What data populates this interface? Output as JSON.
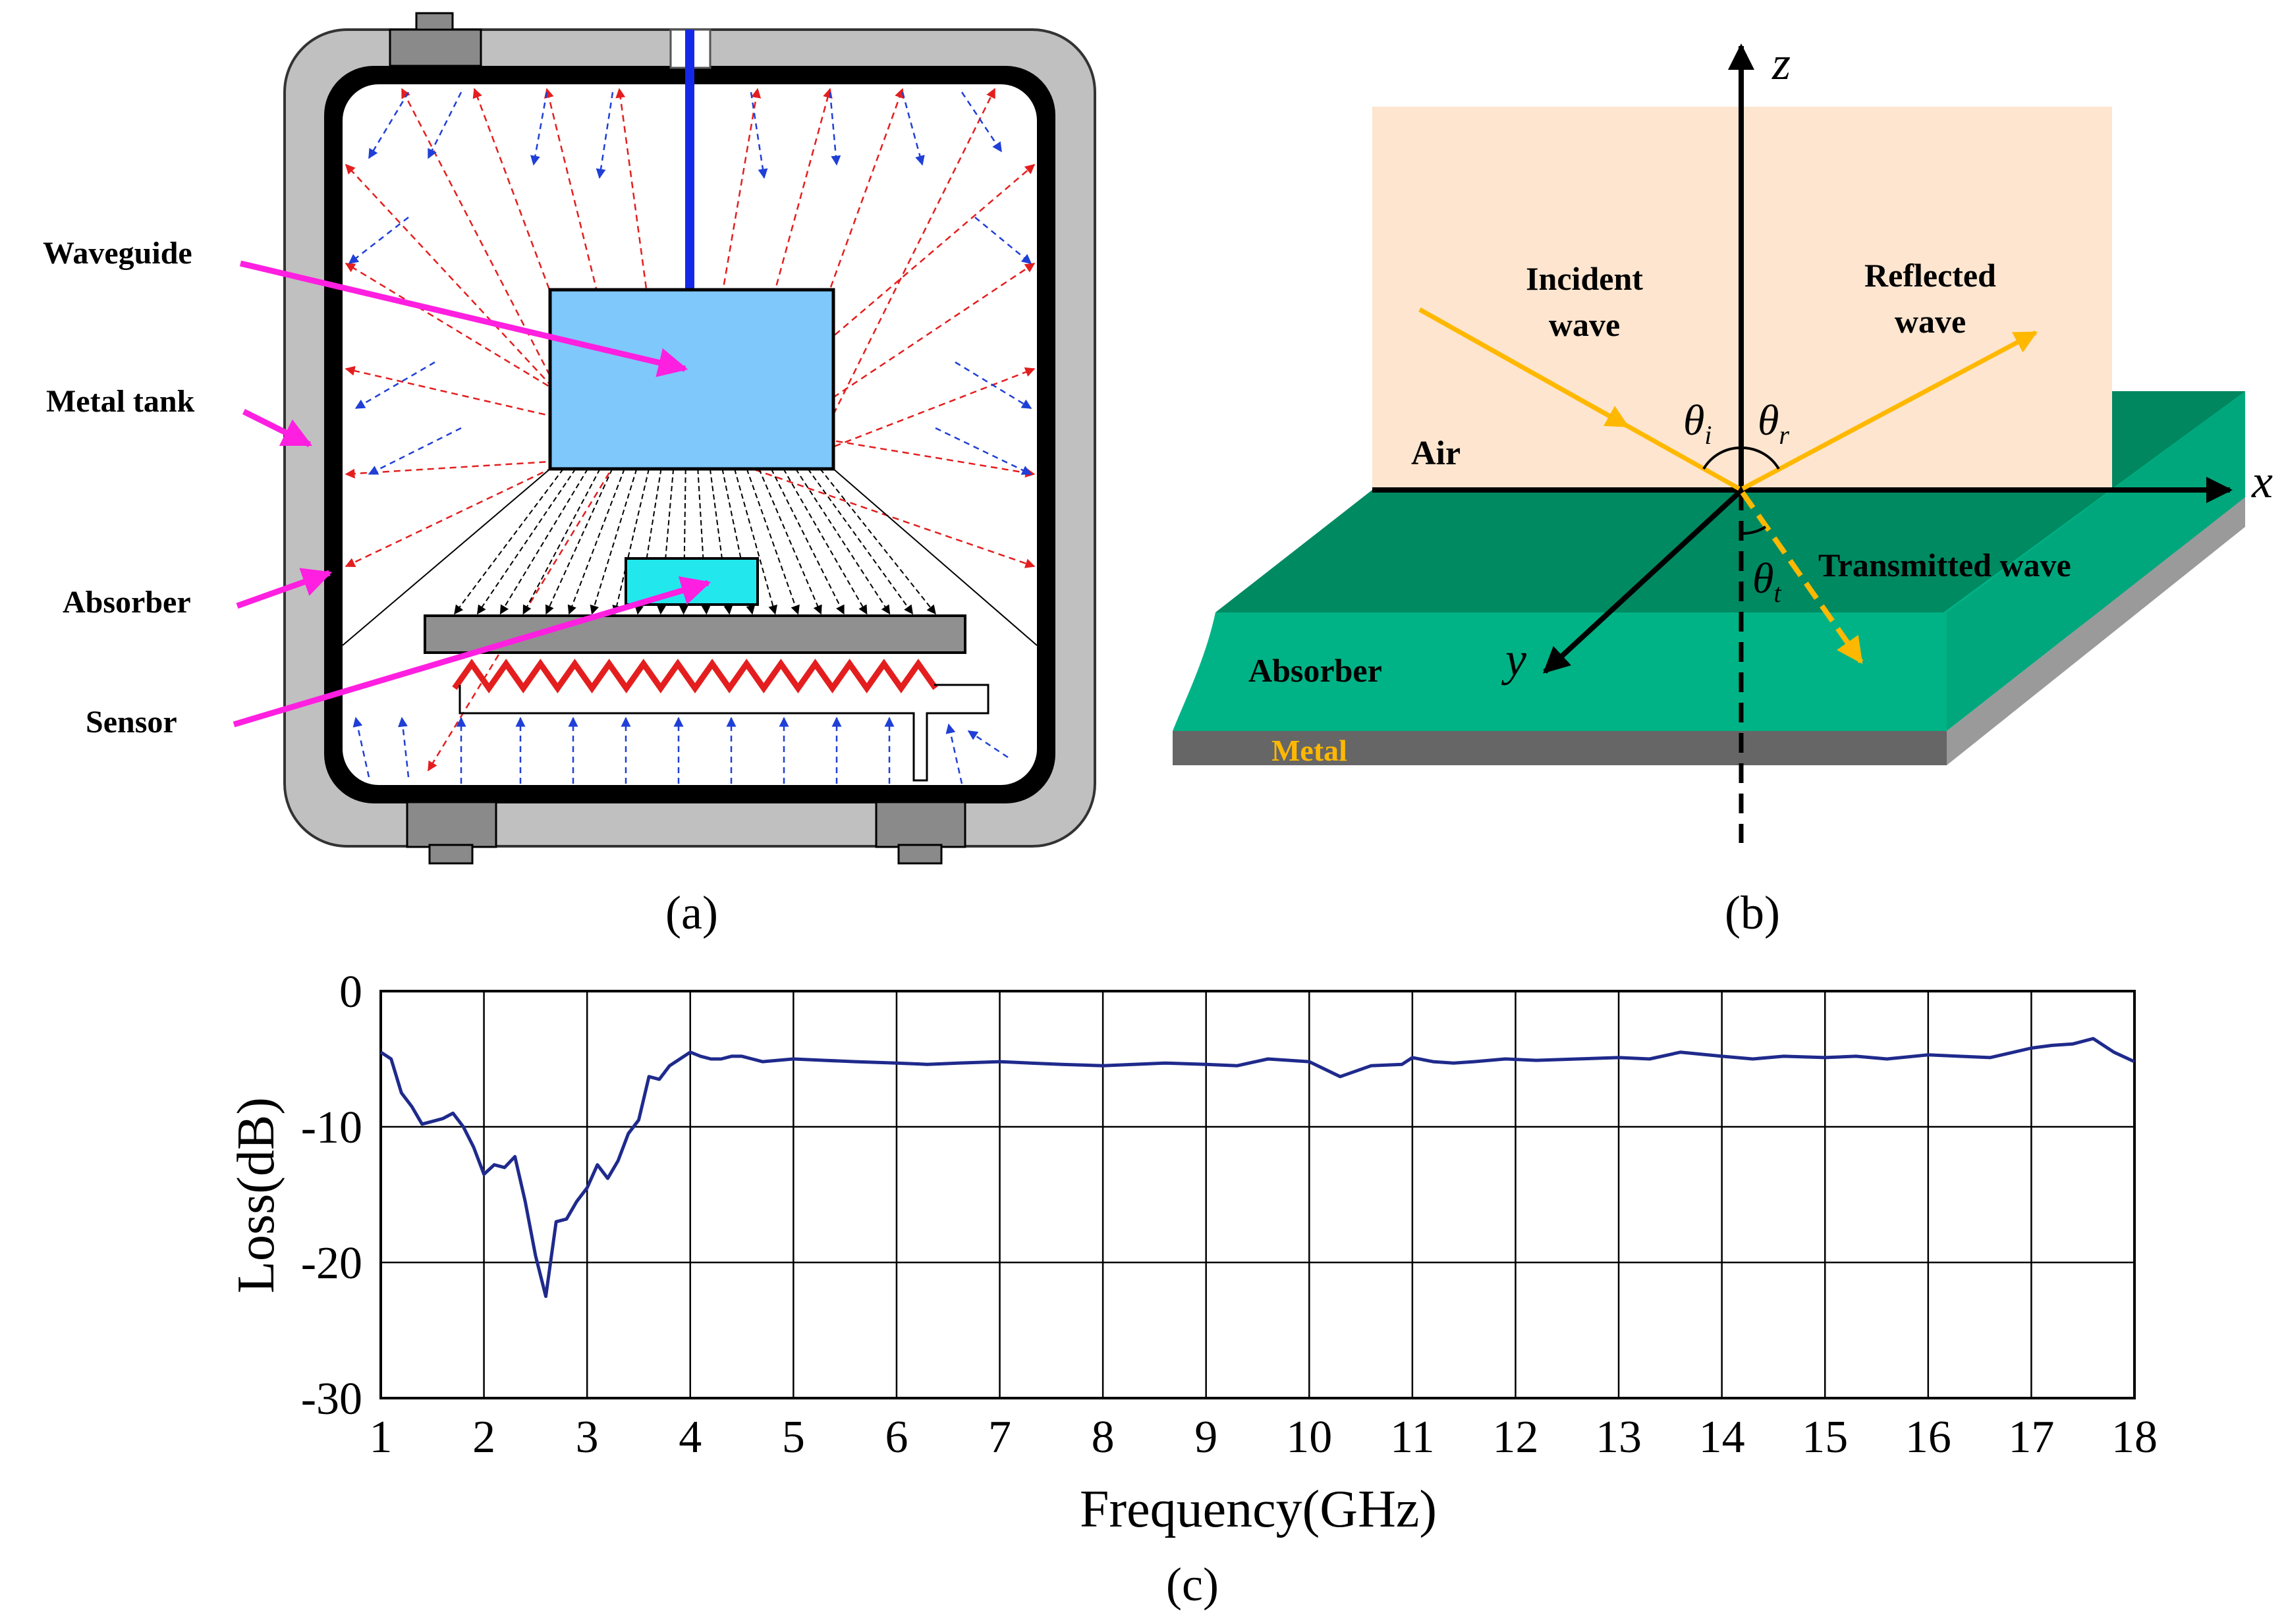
{
  "panel_a": {
    "caption": "(a)",
    "labels": {
      "waveguide": "Waveguide",
      "metal_tank": "Metal tank",
      "absorber": "Absorber",
      "sensor": "Sensor"
    }
  },
  "panel_b": {
    "caption": "(b)",
    "labels": {
      "incident_1": "Incident",
      "incident_2": "wave",
      "reflected_1": "Reflected",
      "reflected_2": "wave",
      "air": "Air",
      "transmitted": "Transmitted wave",
      "absorber": "Absorber",
      "metal": "Metal"
    },
    "axes": {
      "z": "z",
      "x": "x",
      "y": "y"
    },
    "angles": {
      "theta_i": {
        "sym": "θ",
        "sub": "i"
      },
      "theta_r": {
        "sym": "θ",
        "sub": "r"
      },
      "theta_t": {
        "sym": "θ",
        "sub": "t"
      }
    },
    "colors": {
      "air_region": "#fde5cf",
      "absorber_top": "#00a27a",
      "absorber_front": "#00b386",
      "absorber_side": "#006e50",
      "metal": "#666666",
      "wave": "#ffb800"
    }
  },
  "panel_c": {
    "caption": "(c)",
    "chart_data": {
      "type": "line",
      "xlabel": "Frequency(GHz)",
      "ylabel": "Loss(dB)",
      "xlim": [
        1,
        18
      ],
      "ylim": [
        -30,
        0
      ],
      "xticks": [
        1,
        2,
        3,
        4,
        5,
        6,
        7,
        8,
        9,
        10,
        11,
        12,
        13,
        14,
        15,
        16,
        17,
        18
      ],
      "yticks": [
        0,
        -10,
        -20,
        -30
      ],
      "grid": true,
      "line_color": "#1f2a8c",
      "series": [
        {
          "x": [
            1.0,
            1.1,
            1.2,
            1.3,
            1.4,
            1.5,
            1.6,
            1.7,
            1.8,
            1.9,
            2.0,
            2.1,
            2.2,
            2.3,
            2.4,
            2.5,
            2.6,
            2.7,
            2.8,
            2.9,
            3.0,
            3.1,
            3.2,
            3.3,
            3.4,
            3.5,
            3.6,
            3.7,
            3.8,
            3.9,
            4.0,
            4.1,
            4.2,
            4.3,
            4.4,
            4.5,
            4.6,
            4.7,
            5.0,
            5.3,
            5.6,
            6.0,
            6.3,
            6.6,
            7.0,
            7.3,
            7.6,
            8.0,
            8.3,
            8.6,
            9.0,
            9.3,
            9.6,
            10.0,
            10.3,
            10.6,
            10.9,
            11.0,
            11.2,
            11.4,
            11.6,
            11.9,
            12.2,
            12.6,
            13.0,
            13.3,
            13.6,
            14.0,
            14.3,
            14.6,
            15.0,
            15.3,
            15.6,
            16.0,
            16.3,
            16.6,
            17.0,
            17.2,
            17.4,
            17.6,
            17.8,
            18.0
          ],
          "y": [
            -4.5,
            -5.0,
            -7.5,
            -8.5,
            -9.8,
            -9.6,
            -9.4,
            -9.0,
            -10.0,
            -11.5,
            -13.5,
            -12.8,
            -13.0,
            -12.2,
            -15.5,
            -19.5,
            -22.5,
            -17.0,
            -16.8,
            -15.5,
            -14.5,
            -12.8,
            -13.8,
            -12.5,
            -10.5,
            -9.5,
            -6.3,
            -6.5,
            -5.5,
            -5.0,
            -4.5,
            -4.8,
            -5.0,
            -5.0,
            -4.8,
            -4.8,
            -5.0,
            -5.2,
            -5.0,
            -5.1,
            -5.2,
            -5.3,
            -5.4,
            -5.3,
            -5.2,
            -5.3,
            -5.4,
            -5.5,
            -5.4,
            -5.3,
            -5.4,
            -5.5,
            -5.0,
            -5.2,
            -6.3,
            -5.5,
            -5.4,
            -4.9,
            -5.2,
            -5.3,
            -5.2,
            -5.0,
            -5.1,
            -5.0,
            -4.9,
            -5.0,
            -4.5,
            -4.8,
            -5.0,
            -4.8,
            -4.9,
            -4.8,
            -5.0,
            -4.7,
            -4.8,
            -4.9,
            -4.2,
            -4.0,
            -3.9,
            -3.5,
            -4.5,
            -5.2
          ]
        }
      ]
    }
  }
}
